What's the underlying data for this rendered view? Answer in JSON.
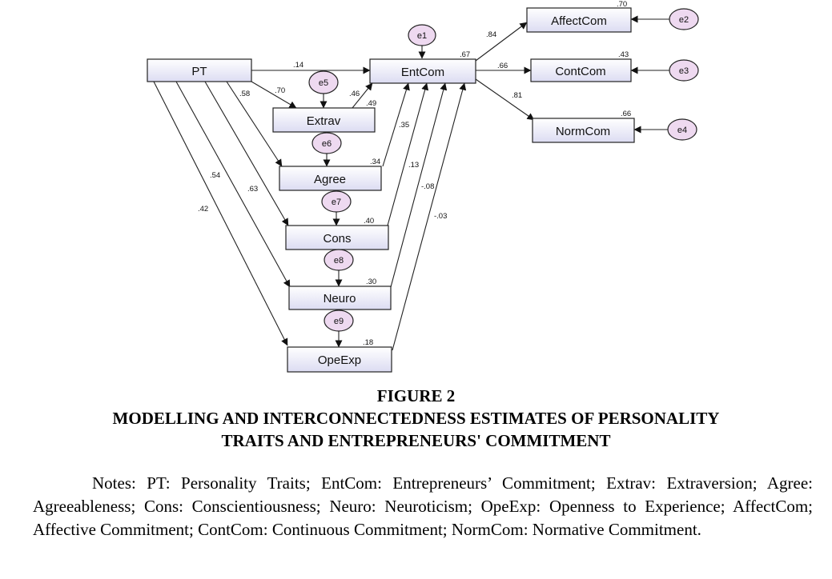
{
  "diagram": {
    "nodes": {
      "pt": "PT",
      "entcom": "EntCom",
      "extrav": "Extrav",
      "agree": "Agree",
      "cons": "Cons",
      "neuro": "Neuro",
      "opeexp": "OpeExp",
      "affectcom": "AffectCom",
      "contcom": "ContCom",
      "normcom": "NormCom"
    },
    "errors": {
      "e1": "e1",
      "e2": "e2",
      "e3": "e3",
      "e4": "e4",
      "e5": "e5",
      "e6": "e6",
      "e7": "e7",
      "e8": "e8",
      "e9": "e9"
    },
    "r_squared": {
      "entcom": ".67",
      "affectcom": ".70",
      "contcom": ".43",
      "normcom": ".66",
      "extrav": ".49",
      "agree": ".34",
      "cons": ".40",
      "neuro": ".30",
      "opeexp": ".18"
    },
    "paths": {
      "pt_entcom": ".14",
      "pt_extrav": ".70",
      "pt_agree": ".58",
      "pt_cons": ".63",
      "pt_neuro": ".54",
      "pt_opeexp": ".42",
      "extrav_entcom": ".46",
      "agree_entcom": ".35",
      "cons_entcom": ".13",
      "neuro_entcom": "-.08",
      "opeexp_entcom": "-.03",
      "entcom_affectcom": ".84",
      "entcom_contcom": ".66",
      "entcom_normcom": ".81"
    }
  },
  "caption": {
    "figure_number": "FIGURE 2",
    "title_line_1": "MODELLING AND INTERCONNECTEDNESS ESTIMATES OF PERSONALITY",
    "title_line_2": "TRAITS AND ENTREPRENEURS' COMMITMENT"
  },
  "notes": "Notes: PT: Personality Traits; EntCom: Entrepreneurs’ Commitment; Extrav: Extraversion; Agree: Agreeableness; Cons: Conscientiousness; Neuro: Neuroticism; OpeExp: Openness to Experience; AffectCom; Affective Commitment; ContCom: Continuous Commitment; NormCom: Normative Commitment."
}
